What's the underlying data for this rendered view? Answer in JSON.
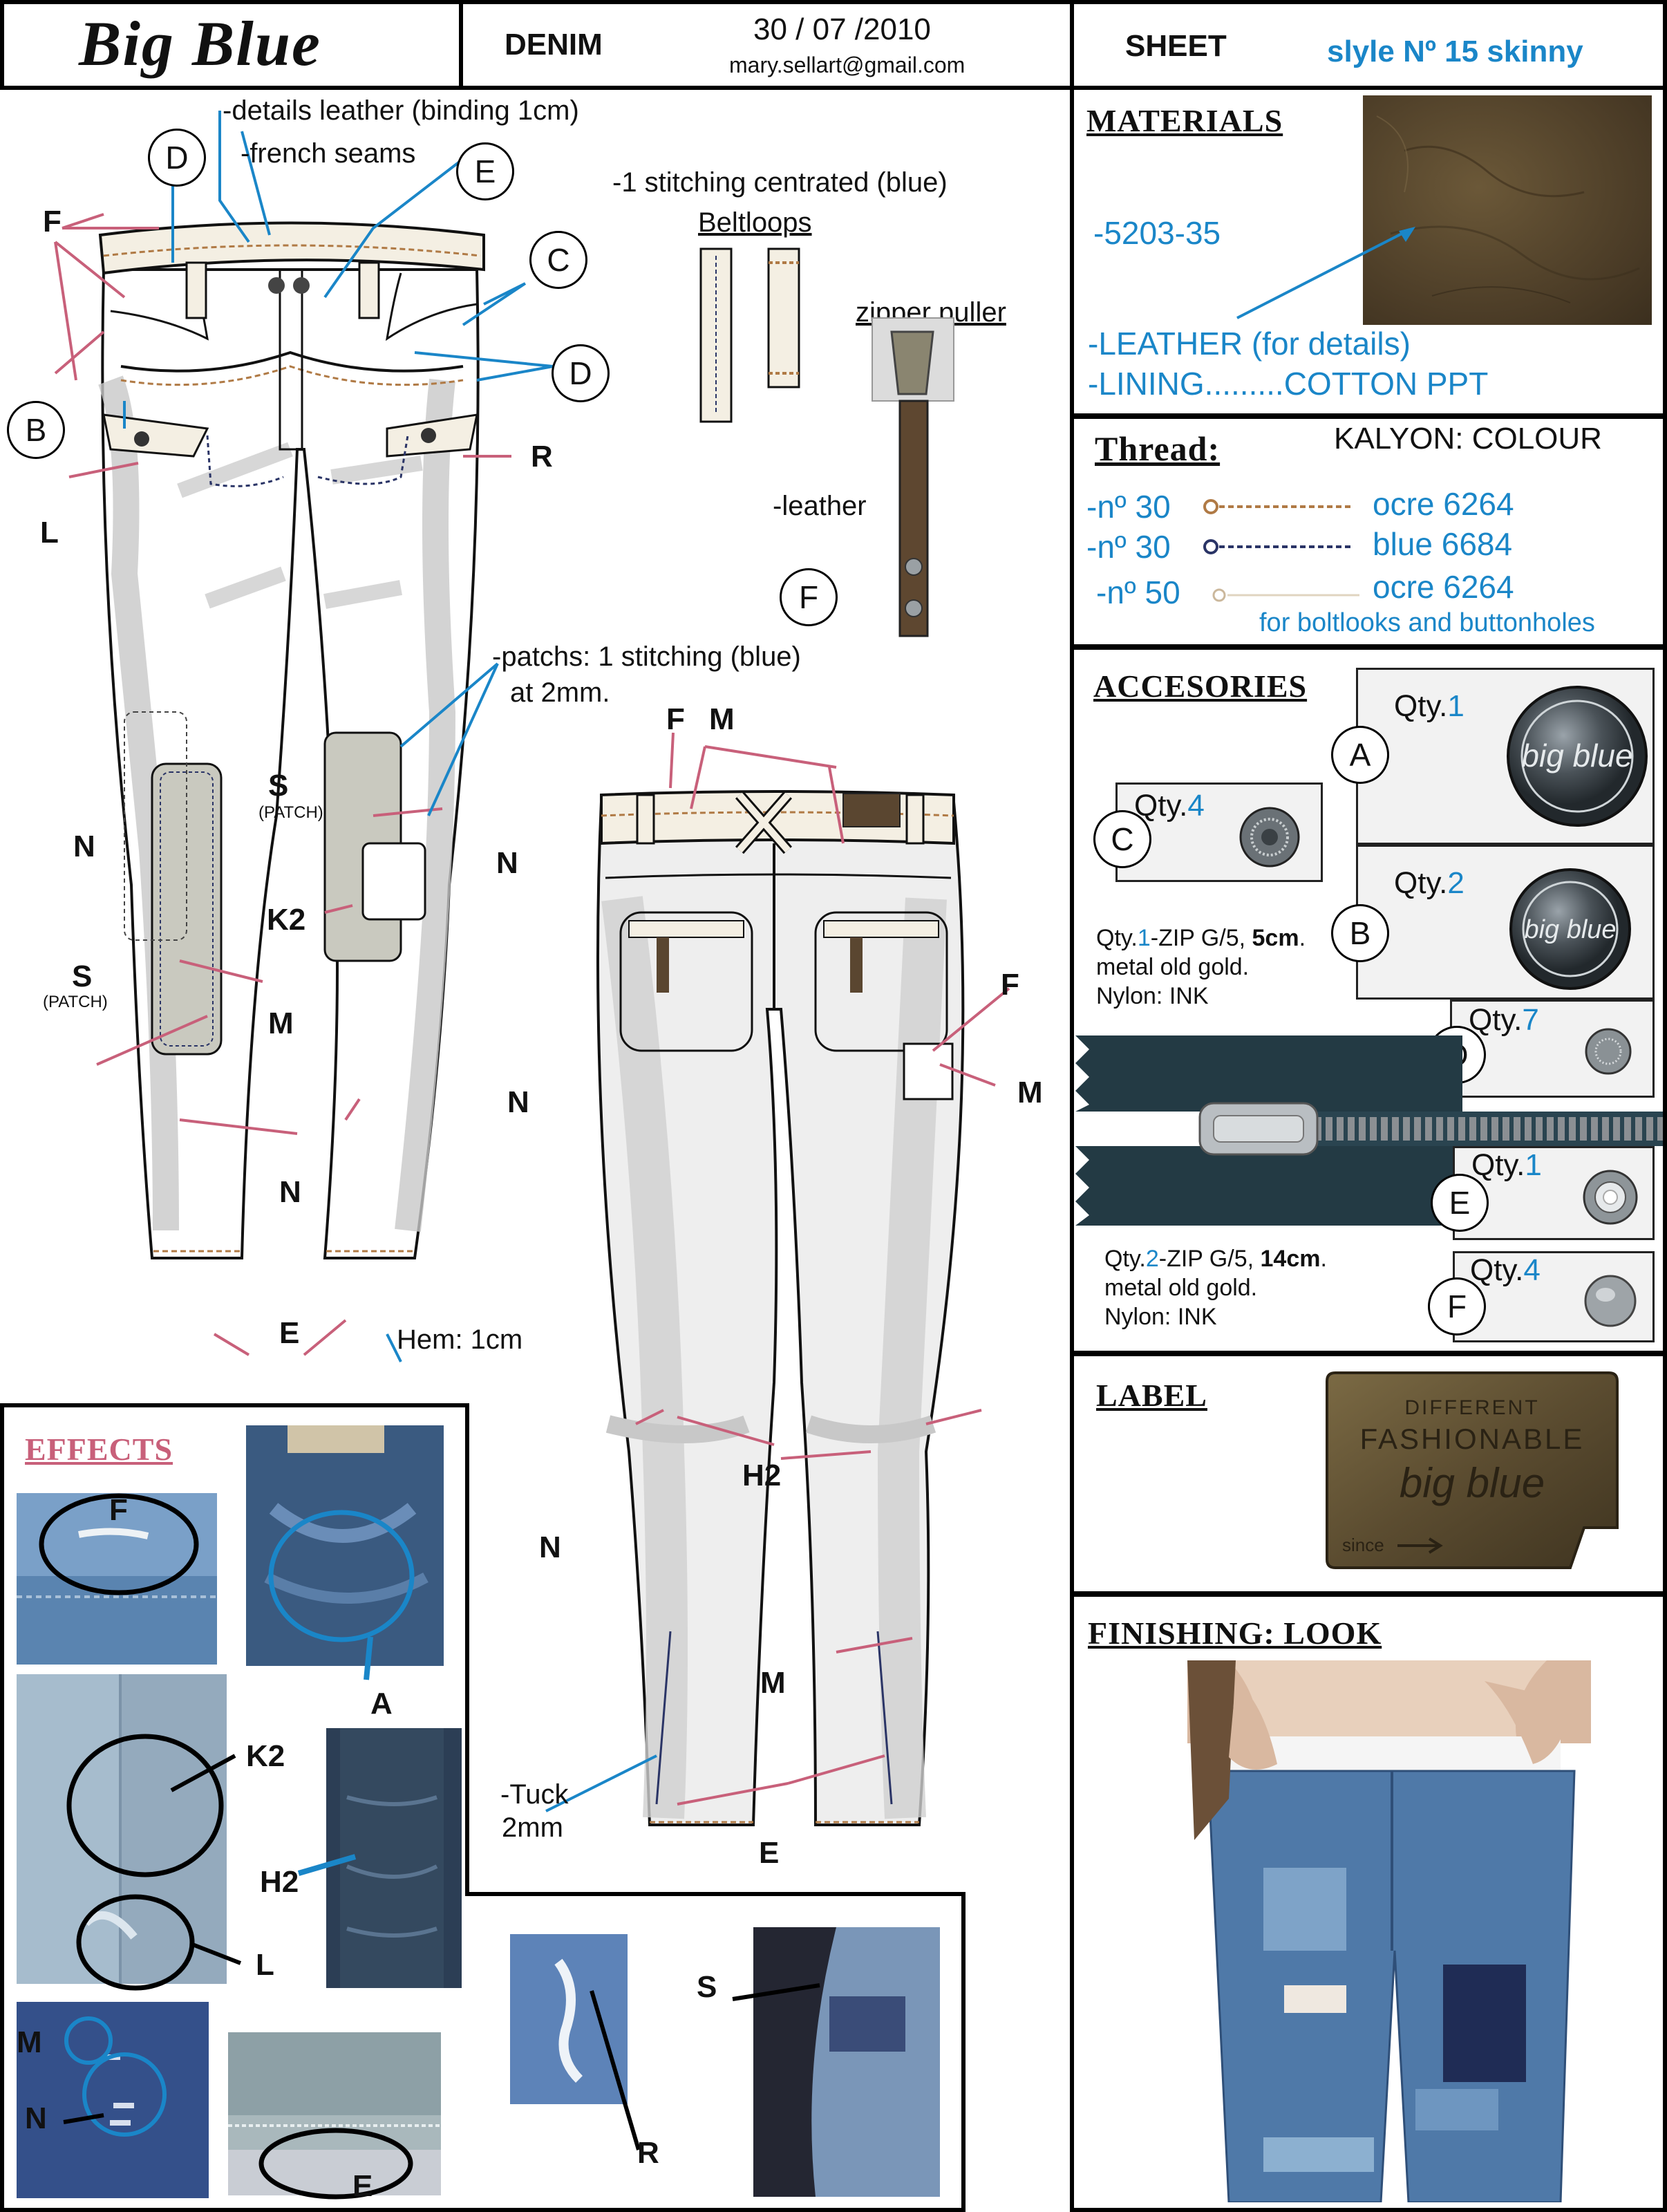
{
  "header": {
    "brand": "Big Blue",
    "category": "DENIM",
    "date": "30 / 07 /2010",
    "email": "mary.sellart@gmail.com",
    "sheet": "SHEET",
    "style": "slyle Nº 15 skinny"
  },
  "front_callouts": {
    "details_leather": "-details leather (binding 1cm)",
    "french_seams": "-french seams",
    "stitching_centrated": "-1 stitching centrated (blue)",
    "beltloops": "Beltloops",
    "zipper_puller": "zipper puller",
    "leather": "-leather",
    "patchs_line1": "-patchs: 1 stitching (blue)",
    "patchs_line2": "at 2mm.",
    "patch": "(PATCH)",
    "hem": "Hem: 1cm",
    "tuck_line1": "-Tuck",
    "tuck_line2": "2mm"
  },
  "letters": {
    "A": "A",
    "B": "B",
    "C": "C",
    "D": "D",
    "E": "E",
    "F": "F",
    "H2": "H2",
    "K2": "K2",
    "L": "L",
    "M": "M",
    "N": "N",
    "R": "R",
    "S": "S"
  },
  "materials": {
    "title": "MATERIALS",
    "code": "-5203-35",
    "leather": "-LEATHER (for details)",
    "lining": "-LINING.........COTTON PPT"
  },
  "thread": {
    "title": "Thread:",
    "kalyon": "KALYON: COLOUR",
    "rows": [
      {
        "num": "-nº 30",
        "label": "ocre 6264",
        "color": "#b07a45"
      },
      {
        "num": "-nº 30",
        "label": "blue 6684",
        "color": "#2a3466"
      },
      {
        "num": "-nº 50",
        "label": "ocre 6264",
        "color": "#d8c8b0"
      }
    ],
    "note": "for boltlooks and buttonholes"
  },
  "accessories": {
    "title": "ACCESORIES",
    "qty_prefix": "Qty.",
    "items": [
      {
        "letter": "A",
        "qty": "1"
      },
      {
        "letter": "B",
        "qty": "2"
      },
      {
        "letter": "C",
        "qty": "4"
      },
      {
        "letter": "D",
        "qty": "7"
      },
      {
        "letter": "E",
        "qty": "1"
      },
      {
        "letter": "F",
        "qty": "4"
      }
    ],
    "zip1": {
      "qty": "1",
      "pre": "-ZIP G/5, ",
      "size": "5cm",
      "post": ".",
      "metal": "metal old gold.",
      "nylon": "Nylon: INK"
    },
    "zip2": {
      "qty": "2",
      "pre": "-ZIP G/5, ",
      "size": "14cm",
      "post": ".",
      "metal": "metal old gold.",
      "nylon": "Nylon: INK"
    }
  },
  "label": {
    "title": "LABEL",
    "line1": "DIFFERENT",
    "line2": "FASHIONABLE",
    "line3": "big blue",
    "since": "since"
  },
  "finishing": {
    "title": "FINISHING: LOOK"
  },
  "effects": {
    "title": "EFFECTS"
  },
  "button_text": "big blue",
  "colors": {
    "accent_blue": "#1a86c8",
    "pink_arrow": "#c8607a",
    "denim": "#3a6a9a",
    "leather": "#5a4630"
  }
}
